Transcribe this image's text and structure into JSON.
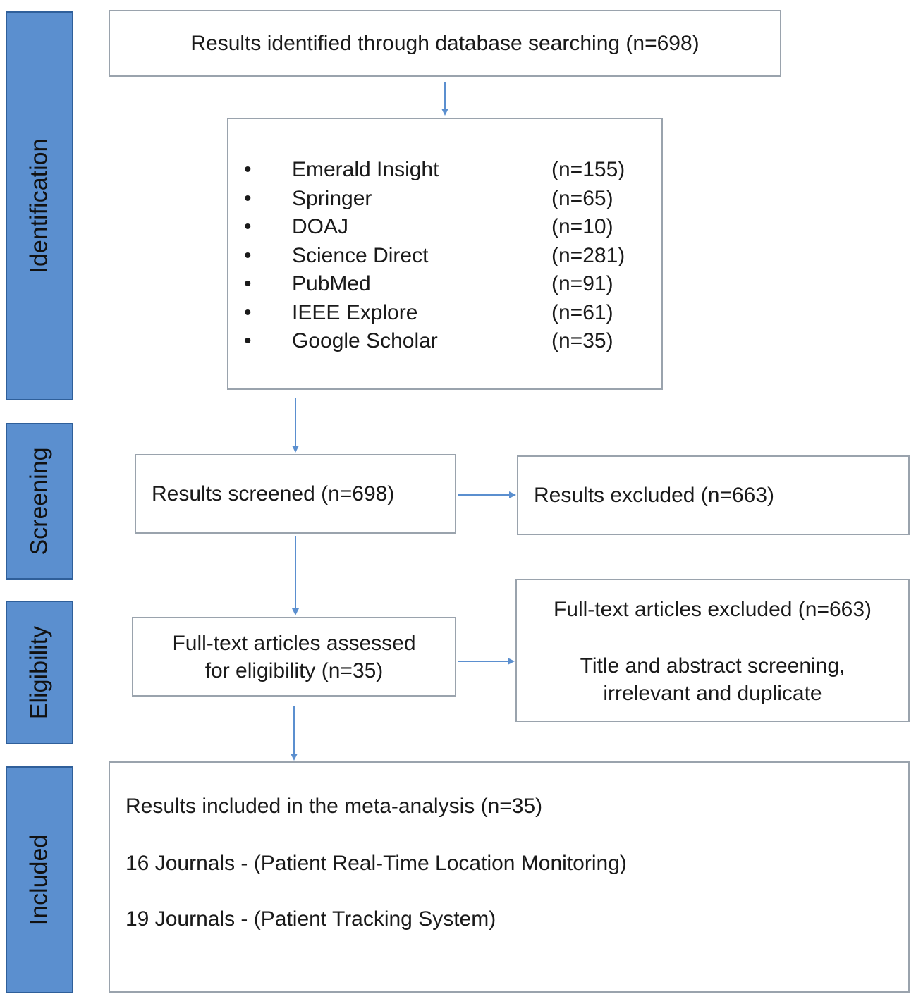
{
  "stages": [
    "Identification",
    "Screening",
    "Eligibility",
    "Included"
  ],
  "identified": "Results identified through database searching (n=698)",
  "databases": [
    {
      "name": "Emerald Insight",
      "count": "(n=155)"
    },
    {
      "name": "Springer",
      "count": "(n=65)"
    },
    {
      "name": "DOAJ",
      "count": "(n=10)"
    },
    {
      "name": "Science Direct",
      "count": "(n=281)"
    },
    {
      "name": "PubMed",
      "count": "(n=91)"
    },
    {
      "name": "IEEE Explore",
      "count": "(n=61)"
    },
    {
      "name": "Google Scholar",
      "count": "(n=35)"
    }
  ],
  "bullet": "•",
  "screened": "Results screened (n=698)",
  "excluded": "Results excluded (n=663)",
  "assessed": [
    "Full-text articles assessed",
    "for eligibility (n=35)"
  ],
  "fulltext_excluded": {
    "title": "Full-text articles excluded (n=663)",
    "reason": [
      "Title and abstract screening,",
      "irrelevant and duplicate"
    ]
  },
  "included": {
    "main": "Results included in the meta-analysis (n=35)",
    "lines": [
      "16 Journals -  (Patient Real-Time Location Monitoring)",
      "19 Journals -  (Patient Tracking System)"
    ]
  },
  "colors": {
    "stage_fill": "#5b8fcf",
    "box_border": "#9aa3ad",
    "arrow": "#5b8fcf"
  }
}
